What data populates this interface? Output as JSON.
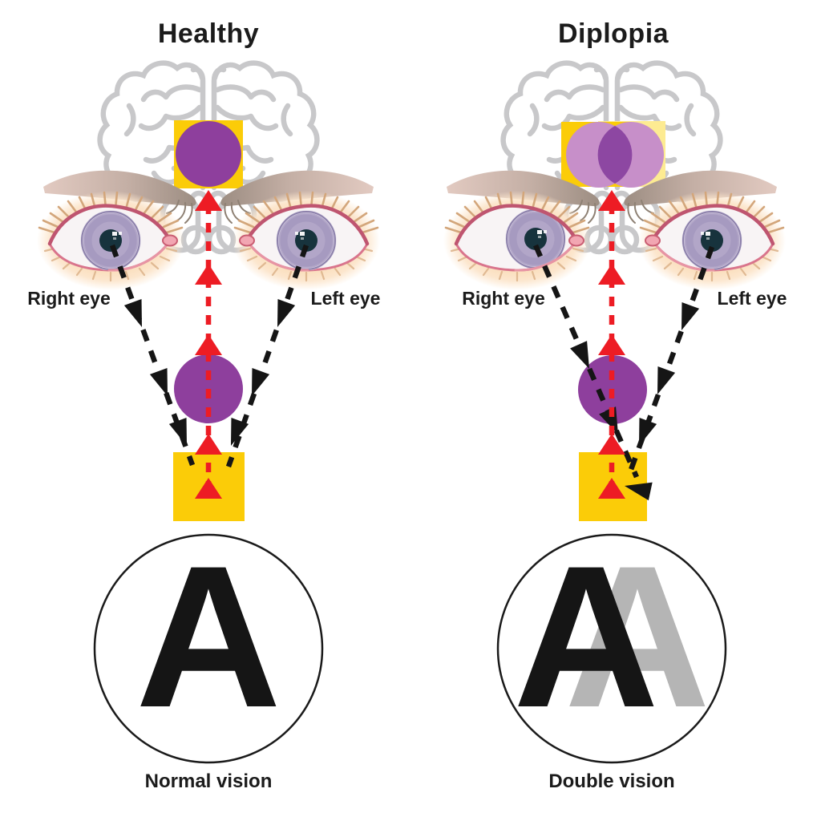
{
  "panels": [
    {
      "id": "healthy",
      "title": "Healthy",
      "right_eye_label": "Right eye",
      "left_eye_label": "Left eye",
      "percept_letter": "A",
      "caption": "Normal vision"
    },
    {
      "id": "diplopia",
      "title": "Diplopia",
      "right_eye_label": "Right eye",
      "left_eye_label": "Left eye",
      "percept_letter": "A",
      "percept_ghost_letter": "A",
      "caption": "Double vision"
    }
  ],
  "colors": {
    "gold": "#fbcc08",
    "gold-light": "#fdeb92",
    "purple": "#8e3f9d",
    "orchid": "#c78fc9",
    "purple-overlap": "#8d47a2",
    "red": "#ed1c24",
    "line-black": "#151515",
    "gray-letter": "#b5b5b5",
    "brain-gray": "#c8c8ca",
    "iris": "#b2a6c8",
    "pupil": "#17333d",
    "lid-pink": "#d9748c",
    "skin-peach": "#f9d6ab",
    "sclera": "#f8f4f5",
    "duct-pink": "#f2a6b2",
    "brow-outer": "#e2cac1",
    "brow-inner": "#9c8d82"
  }
}
